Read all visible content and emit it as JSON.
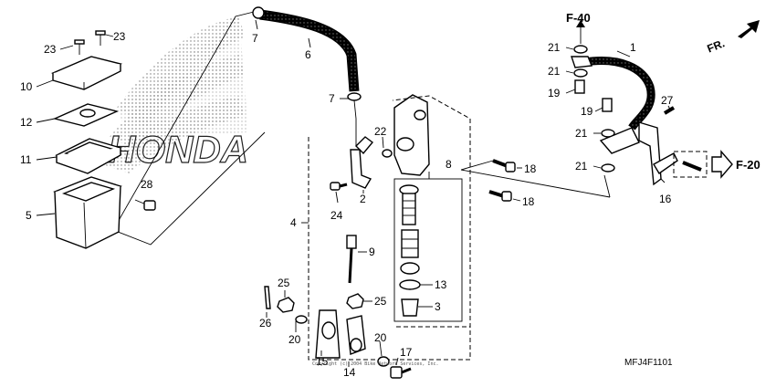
{
  "logo_text": "HONDA",
  "references": {
    "f40": "F-40",
    "f20": "F-20",
    "front": "FR."
  },
  "diagram_code": "MFJ4F1101",
  "copyright": "Copyright (c) 2004 Bike Network Services, Inc.",
  "callouts": {
    "c23a": "23",
    "c23b": "23",
    "c10": "10",
    "c12": "12",
    "c11": "11",
    "c5": "5",
    "c28": "28",
    "c7a": "7",
    "c6": "6",
    "c7b": "7",
    "c22": "22",
    "c8": "8",
    "c18a": "18",
    "c18b": "18",
    "c2": "2",
    "c24": "24",
    "c4": "4",
    "c9": "9",
    "c13": "13",
    "c3": "3",
    "c25a": "25",
    "c25b": "25",
    "c26": "26",
    "c20a": "20",
    "c15": "15",
    "c14": "14",
    "c20b": "20",
    "c17": "17",
    "c1": "1",
    "c21a": "21",
    "c21b": "21",
    "c19a": "19",
    "c19b": "19",
    "c27": "27",
    "c21c": "21",
    "c21d": "21",
    "c16": "16"
  }
}
